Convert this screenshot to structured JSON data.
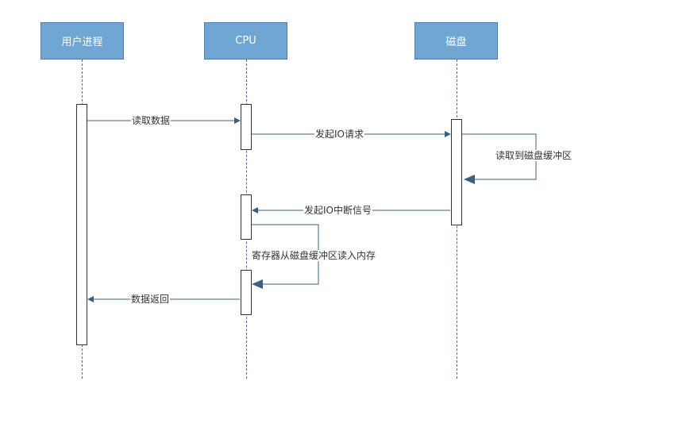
{
  "participants": {
    "user": "用户进程",
    "cpu": "CPU",
    "disk": "磁盘"
  },
  "messages": {
    "read_data": "读取数据",
    "io_request": "发起IO请求",
    "read_to_buffer": "读取到磁盘缓冲区",
    "io_interrupt": "发起IO中断信号",
    "register_copy": "寄存器从磁盘缓冲区读入内存",
    "return_data": "数据返回"
  },
  "colors": {
    "participant_fill": "#6fa6d4",
    "line": "#4a6fa0"
  }
}
